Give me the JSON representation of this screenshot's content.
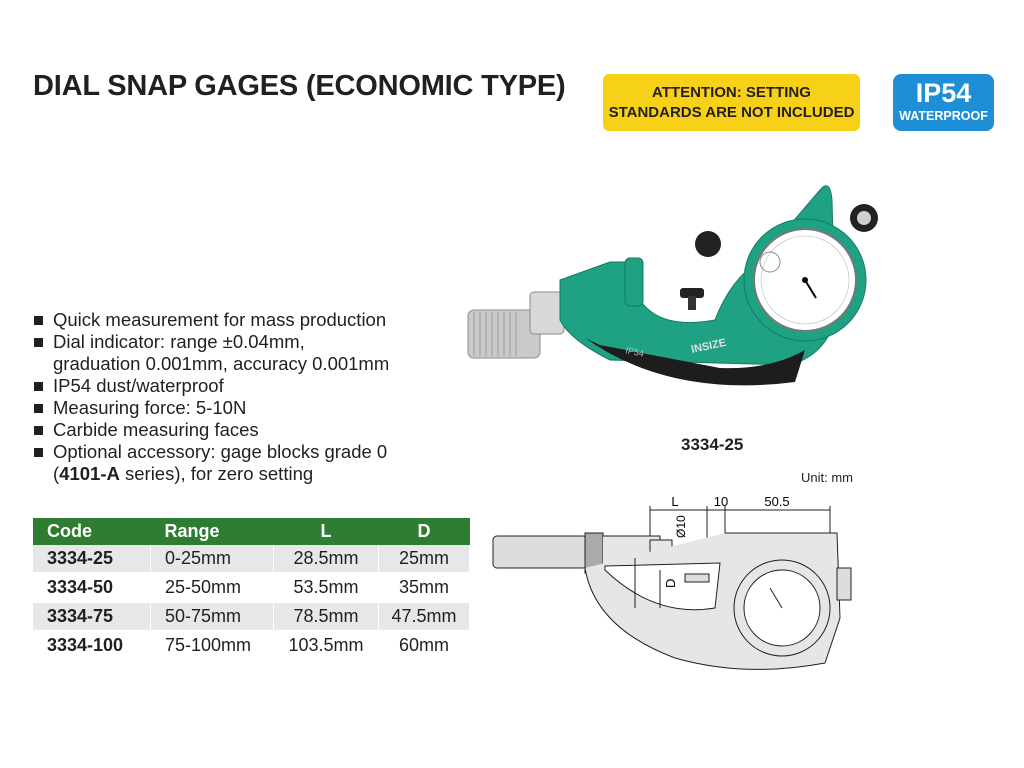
{
  "header": {
    "title": "DIAL SNAP GAGES (ECONOMIC TYPE)",
    "attention_line1": "ATTENTION: SETTING",
    "attention_line2": "STANDARDS ARE NOT INCLUDED",
    "ip_rating": "IP54",
    "ip_label": "WATERPROOF"
  },
  "features": [
    "Quick measurement for mass production",
    "Dial indicator: range ±0.04mm,",
    "graduation 0.001mm, accuracy 0.001mm",
    "IP54 dust/waterproof",
    "Measuring force: 5-10N",
    "Carbide measuring faces",
    "Optional accessory: gage blocks grade 0",
    "(",
    "4101-A",
    " series), for zero setting"
  ],
  "product": {
    "model": "3334-25",
    "brand": "INSIZE",
    "body_mark": "IP54"
  },
  "diagram": {
    "unit": "Unit: mm",
    "dim_l": "L",
    "dim_10": "10",
    "dim_505": "50.5",
    "dim_phi": "Ø10",
    "dim_d": "D"
  },
  "table": {
    "headers": [
      "Code",
      "Range",
      "L",
      "D"
    ],
    "rows": [
      {
        "code": "3334-25",
        "range": "0-25mm",
        "l": "28.5mm",
        "d": "25mm"
      },
      {
        "code": "3334-50",
        "range": "25-50mm",
        "l": "53.5mm",
        "d": "35mm"
      },
      {
        "code": "3334-75",
        "range": "50-75mm",
        "l": "78.5mm",
        "d": "47.5mm"
      },
      {
        "code": "3334-100",
        "range": "75-100mm",
        "l": "103.5mm",
        "d": "60mm"
      }
    ]
  },
  "colors": {
    "accent_yellow": "#f7d117",
    "badge_blue": "#1e8fd6",
    "header_green": "#2e7d32",
    "body_green": "#1fa184"
  }
}
